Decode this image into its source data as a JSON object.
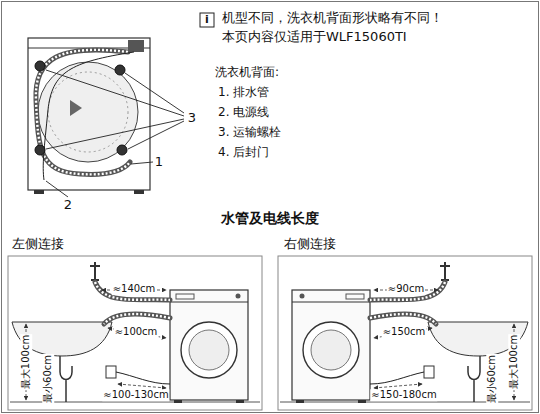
{
  "diagram": {
    "title": "水管及电线长度",
    "labels": [
      "i",
      "机型不同，洗衣机背面形状略有不同！",
      "本页内容仅适用于WLF15060TI",
      "洗衣机背面:",
      "1. 排水管",
      "2. 电源线",
      "3. 运输螺栓",
      "4. 后封门",
      "3",
      "1",
      "2",
      "左侧连接",
      "右侧连接",
      "≈140cm",
      "≈100cm",
      "最大100cm",
      "最小60cm",
      "≈100-130cm",
      "≈90cm",
      "≈150cm",
      "最大100cm",
      "最小60cm",
      "≈150-180cm"
    ]
  }
}
